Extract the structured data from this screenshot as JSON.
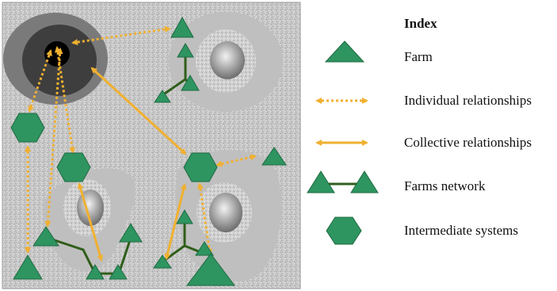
{
  "legend": {
    "title": "Index",
    "items": [
      {
        "symbol": "farm-triangle",
        "label": "Farm"
      },
      {
        "symbol": "dotted-double-arrow",
        "label": "Individual relationships"
      },
      {
        "symbol": "solid-double-arrow",
        "label": "Collective relationships"
      },
      {
        "symbol": "farms-network",
        "label": "Farms network"
      },
      {
        "symbol": "hexagon",
        "label": "Intermediate systems"
      }
    ]
  },
  "colors": {
    "farm_green": "#2e9460",
    "network_line": "#2f5e1a",
    "relationship_orange": "#f0b030",
    "map_background": "#c9c9c9",
    "zone_light": "#bdbdbd",
    "zone_dark": "#555555",
    "center": "#000000"
  }
}
